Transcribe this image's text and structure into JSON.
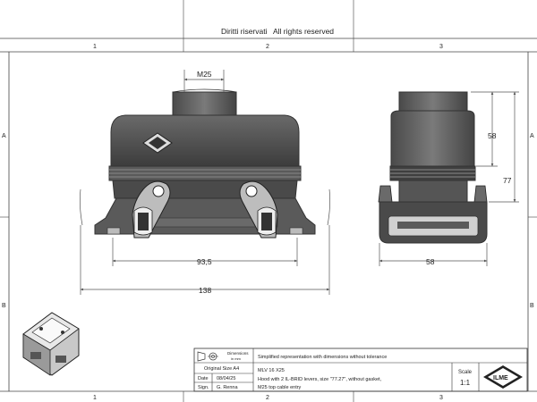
{
  "header": {
    "rights_it": "Diritti riservati",
    "rights_en": "All rights reserved"
  },
  "grid": {
    "top_zones": [
      "1",
      "2",
      "3"
    ],
    "bottom_zones": [
      "1",
      "2",
      "3"
    ],
    "side_rows": [
      "A",
      "B"
    ]
  },
  "dimensions": {
    "cable_entry": "M25",
    "height_upper": "58",
    "height_total": "77",
    "lever_span": "93,5",
    "overall_length": "138",
    "base_width": "58"
  },
  "title_block": {
    "dimensions_label": "Dimensions",
    "dimensions_unit": "in mm",
    "original_size_label": "Original Size A4",
    "date_label": "Date",
    "date_value": "08/04/25",
    "sign_label": "Sign.",
    "sign_value": "G. Renna",
    "note": "Simplified representation with dimensions without tolerance",
    "code": "MLV 16 X25",
    "description_1": "Hood with 2 IL-BRID levers, size \"77.27\", without gasket,",
    "description_2": "M25 top cable entry",
    "scale_label": "Scale",
    "scale_value": "1:1",
    "logo_text": "ILME"
  },
  "colors": {
    "body_dark": "#3a3a3a",
    "body_mid": "#555555",
    "body_light": "#8a8a8a",
    "lever_light": "#d8d8d8"
  }
}
